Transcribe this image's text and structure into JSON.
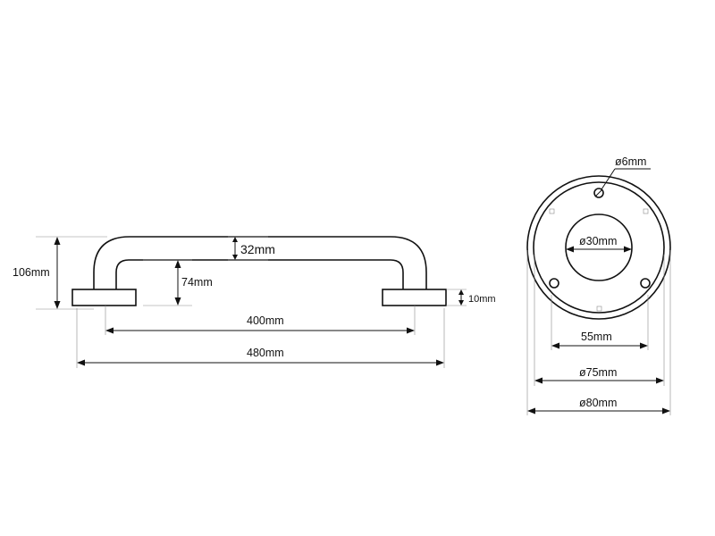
{
  "side_view": {
    "overall_height": "106mm",
    "tube_diameter": "32mm",
    "inner_height": "74mm",
    "base_thickness": "10mm",
    "center_distance": "400mm",
    "overall_length": "480mm"
  },
  "flange_view": {
    "screw_hole": "ø6mm",
    "tube_bore": "ø30mm",
    "hole_spacing": "55mm",
    "cover_diameter": "ø75mm",
    "flange_diameter": "ø80mm"
  }
}
